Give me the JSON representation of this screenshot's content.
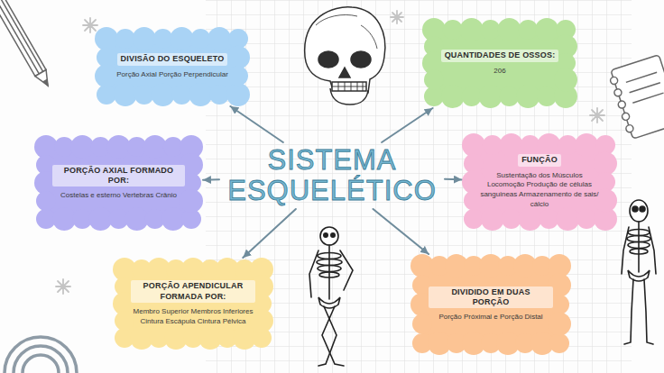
{
  "diagram": {
    "nodes": [
      {
        "text": [
          "DIVISÃO DO ESQUELETO",
          "Porção Axial Porção Perpendicular"
        ]
      },
      {
        "text": [
          "QUANTIDADES DE OSSOS:",
          "206"
        ]
      },
      {
        "text": [
          "SISTEMA ESQUELÉTICO"
        ]
      },
      {
        "text": [
          "PORÇÃO AXIAL FORMADO POR:",
          "Costelas e esterno Vertebras Crânio"
        ]
      },
      {
        "text": [
          "FUNÇÃO",
          "Sustentação dos Músculos Locomoção Produção de células sanguineas Armazenamento de sais/ cálcio"
        ]
      },
      {
        "text": [
          "PORÇÃO APENDICULAR FORMADA POR:",
          "Membro Superior Membros Inferiores Cintura Escápula Cintura Pélvica"
        ]
      },
      {
        "text": [
          "DIVIDIDO EM DUAS PORÇÃO",
          "Porção Próximal e Porção Distal"
        ]
      }
    ],
    "edges": [
      {
        "from": 2,
        "to": 0,
        "arrow": "to"
      },
      {
        "from": 2,
        "to": 1,
        "arrow": "to"
      },
      {
        "from": 2,
        "to": 3,
        "arrow": "to"
      },
      {
        "from": 2,
        "to": 4,
        "arrow": "to"
      },
      {
        "from": 2,
        "to": 5,
        "arrow": "to"
      },
      {
        "from": 2,
        "to": 6,
        "arrow": "to"
      }
    ]
  }
}
